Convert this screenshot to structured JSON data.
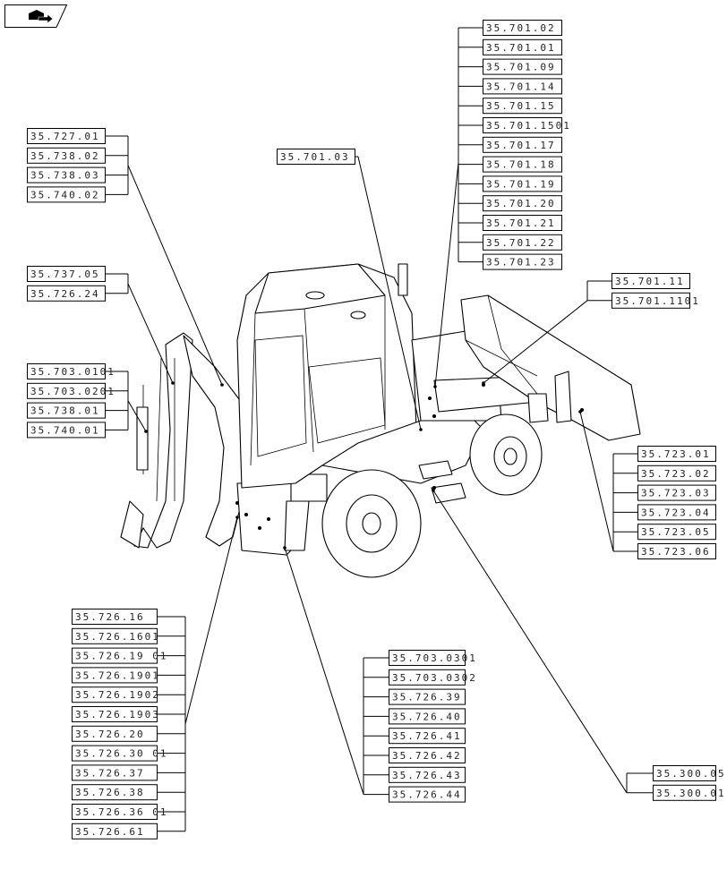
{
  "nav_icon": "book-arrow-icon",
  "colors": {
    "ink": "#000000",
    "paper": "#ffffff",
    "text": "#222222"
  },
  "label_groups": [
    {
      "id": "group-top-right",
      "labels": [
        "35.701.02",
        "35.701.01",
        "35.701.09",
        "35.701.14",
        "35.701.15",
        "35.701.1501",
        "35.701.17",
        "35.701.18",
        "35.701.19",
        "35.701.20",
        "35.701.21",
        "35.701.22",
        "35.701.23"
      ]
    },
    {
      "id": "group-upper-left",
      "labels": [
        "35.727.01",
        "35.738.02",
        "35.738.03",
        "35.740.02"
      ]
    },
    {
      "id": "group-cab",
      "labels": [
        "35.701.03"
      ]
    },
    {
      "id": "group-left-mid",
      "labels": [
        "35.737.05",
        "35.726.24"
      ]
    },
    {
      "id": "group-left-lower",
      "labels": [
        "35.703.0101",
        "35.703.0201",
        "35.738.01",
        "35.740.01"
      ]
    },
    {
      "id": "group-loader",
      "labels": [
        "35.701.11",
        "35.701.1101"
      ]
    },
    {
      "id": "group-bucket",
      "labels": [
        "35.723.01",
        "35.723.02",
        "35.723.03",
        "35.723.04",
        "35.723.05",
        "35.723.06"
      ]
    },
    {
      "id": "group-bottom-left",
      "labels": [
        "35.726.16",
        "35.726.1601",
        "35.726.19 01",
        "35.726.1901",
        "35.726.1902",
        "35.726.1903",
        "35.726.20",
        "35.726.30 01",
        "35.726.37",
        "35.726.38",
        "35.726.36 01",
        "35.726.61"
      ]
    },
    {
      "id": "group-bottom-mid",
      "labels": [
        "35.703.0301",
        "35.703.0302",
        "35.726.39",
        "35.726.40",
        "35.726.41",
        "35.726.42",
        "35.726.43",
        "35.726.44"
      ]
    },
    {
      "id": "group-bottom-right",
      "labels": [
        "35.300.05",
        "35.300.01"
      ]
    }
  ]
}
